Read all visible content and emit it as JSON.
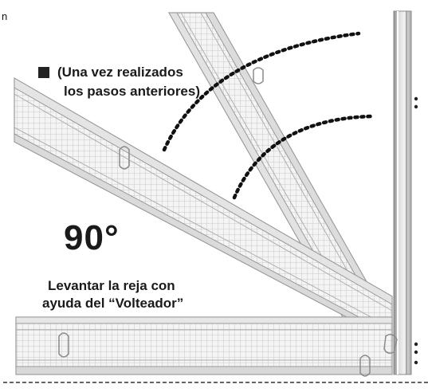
{
  "corner_letter": "n",
  "note": {
    "line1": "(Una vez  realizados",
    "line2": "los pasos anteriores)"
  },
  "angle_label": "90°",
  "instruction": {
    "line1": "Levantar  la reja con",
    "line2": "ayuda del “Volteador”"
  },
  "colors": {
    "frame_light": "#e9e9e9",
    "frame_mid": "#cfcfcf",
    "frame_dark": "#9a9a9a",
    "mesh": "#c4c4c4",
    "dots": "#111111",
    "text": "#1a1a1a"
  }
}
